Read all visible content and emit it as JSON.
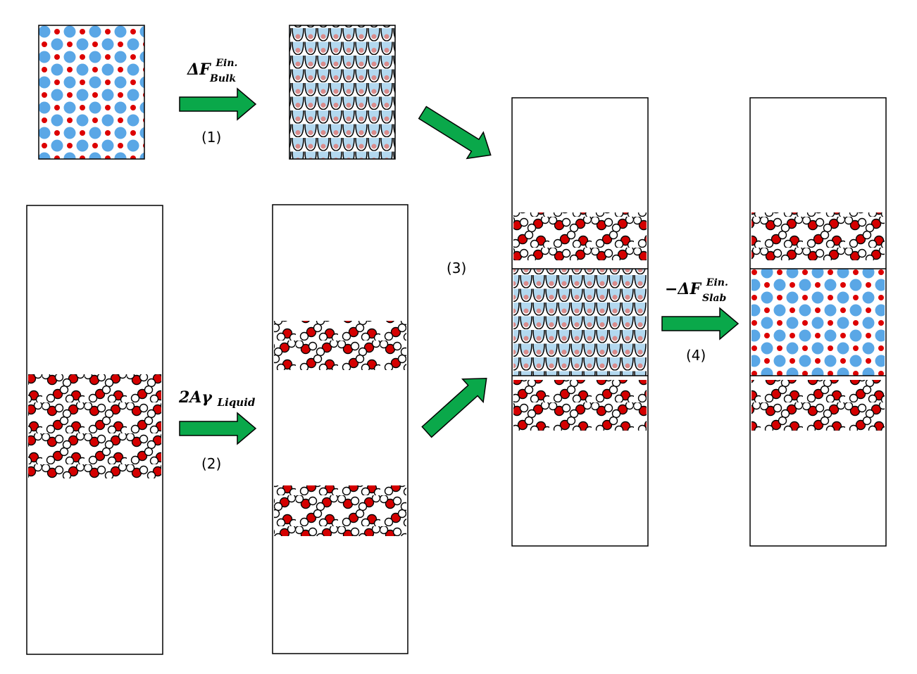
{
  "colors": {
    "arrow_fill": "#0aa84a",
    "arrow_stroke": "#000000",
    "atom_blue": "#5aa7e6",
    "atom_red": "#dd0000",
    "water_oxygen": "#d40000",
    "water_hydrogen": "#ffffff",
    "well_fill": "#b3d8ef",
    "well_particle": "#d98b8b"
  },
  "icons": {
    "arrow": "arrow-right-icon",
    "crystal": "crystal-lattice-icon",
    "einstein": "einstein-wells-icon",
    "water": "water-molecules-icon"
  },
  "labels": {
    "step1_formula": {
      "base": "ΔF",
      "sup": "Ein.",
      "sub": "Bulk"
    },
    "step1_number": "(1)",
    "step2_formula": {
      "base": "2Aγ",
      "sub": "Liquid"
    },
    "step2_number": "(2)",
    "step3_number": "(3)",
    "step4_formula": {
      "base": "−ΔF",
      "sup": "Ein.",
      "sub": "Slab"
    },
    "step4_number": "(4)"
  }
}
